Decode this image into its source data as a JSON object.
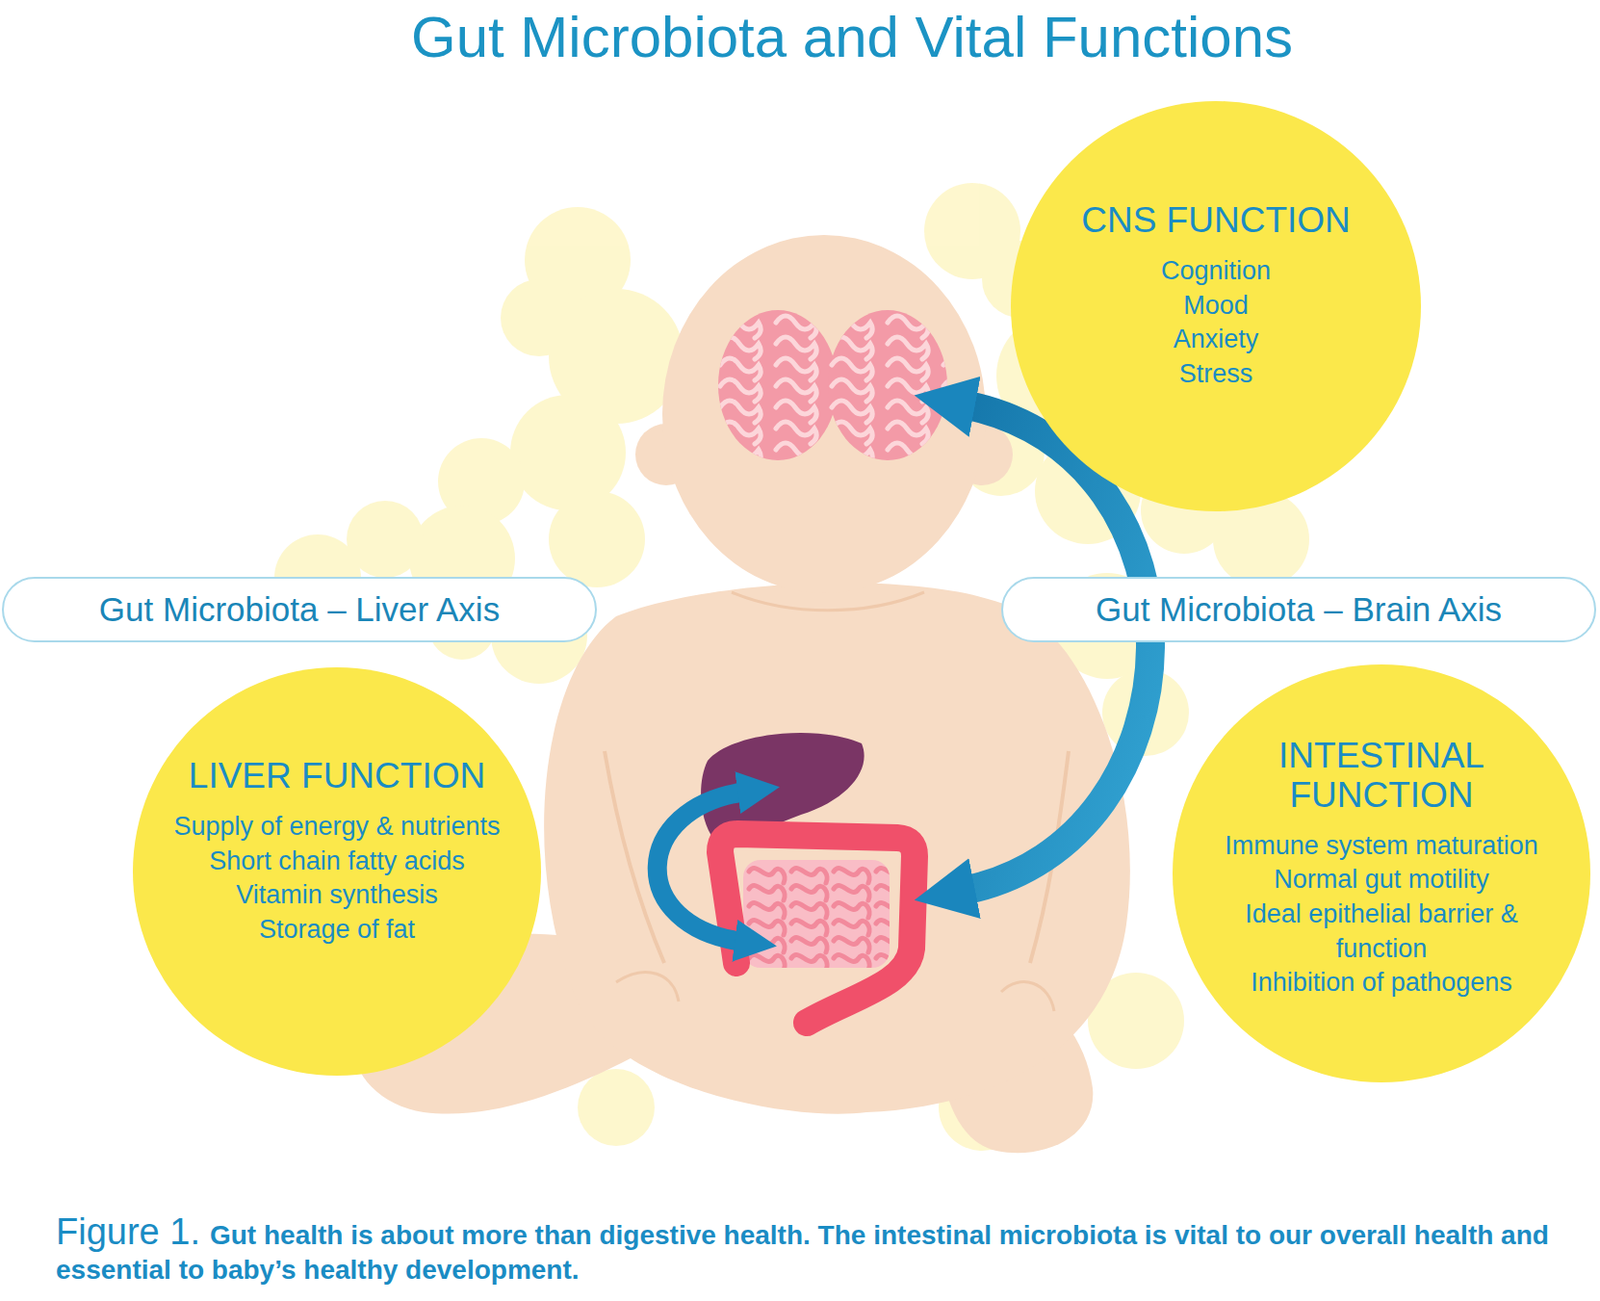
{
  "diagram": {
    "title": "Gut Microbiota and Vital Functions",
    "caption": "Gut health is about more than digestive health. The intestinal microbiota is vital to our overall health and essential to baby’s healthy development.",
    "nodes": [
      {
        "text": [
          "CNS FUNCTION",
          "Cognition",
          "Mood",
          "Anxiety",
          "Stress"
        ]
      },
      {
        "text": [
          "Gut Microbiota – Liver Axis"
        ]
      },
      {
        "text": [
          "Gut Microbiota – Brain Axis"
        ]
      },
      {
        "text": [
          "LIVER FUNCTION",
          "Supply of energy & nutrients",
          "Short chain fatty acids",
          "Vitamin synthesis",
          "Storage of fat"
        ]
      },
      {
        "text": [
          "INTESTINAL FUNCTION",
          "Immune system maturation",
          "Normal gut motility",
          "Ideal epithelial barrier & function",
          "Inhibition of pathogens"
        ]
      }
    ],
    "labels": [
      "Figure 1."
    ]
  }
}
